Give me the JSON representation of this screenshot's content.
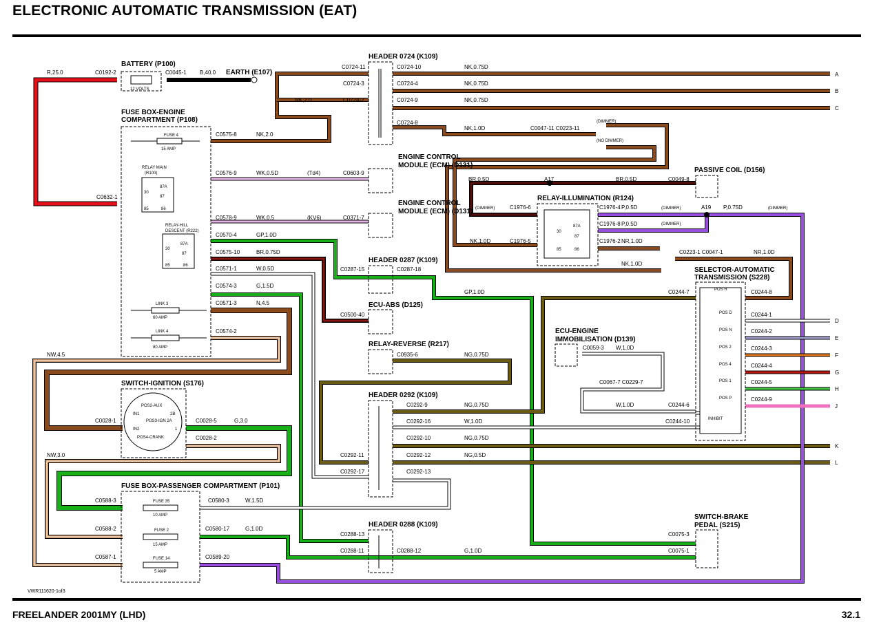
{
  "title": "ELECTRONIC AUTOMATIC TRANSMISSION (EAT)",
  "footer": {
    "model": "FREELANDER 2001MY (LHD)",
    "page": "32.1",
    "code": "VWR111620-1of3"
  },
  "components": {
    "battery": "BATTERY (P100)",
    "battery_volts": "12 VOLTS",
    "earth": "EARTH (E107)",
    "fusebox_engine_1": "FUSE BOX-ENGINE",
    "fusebox_engine_2": "COMPARTMENT (P108)",
    "fuse4": "FUSE 4",
    "fuse4_amp": "15 AMP",
    "relay_main_1": "RELAY MAIN",
    "relay_main_2": "(R100)",
    "relay_hill_1": "RELAY-HILL",
    "relay_hill_2": "DESCENT (R222)",
    "link3": "LINK 3",
    "link3_amp": "60 AMP",
    "link4": "LINK 4",
    "link4_amp": "80 AMP",
    "header_0724": "HEADER 0724 (K109)",
    "ecm_1a": "ENGINE CONTROL",
    "ecm_1b": "MODULE (ECM) (D131)",
    "ecm_2a": "ENGINE CONTROL",
    "ecm_2b": "MODULE (ECM) (D131)",
    "header_0287": "HEADER 0287 (K109)",
    "ecu_abs": "ECU-ABS (D125)",
    "relay_reverse": "RELAY-REVERSE (R217)",
    "header_0292": "HEADER 0292 (K109)",
    "header_0288": "HEADER 0288 (K109)",
    "switch_ignition": "SWITCH-IGNITION (S176)",
    "ign_pos2": "POS2-AUX",
    "ign_in1": "IN1",
    "ign_2b": "2B",
    "ign_pos3": "POS3-IGN 2A",
    "ign_in2": "IN2",
    "ign_1": "1",
    "ign_pos4": "POS4-CRANK",
    "fusebox_pass": "FUSE BOX-PASSENGER COMPARTMENT (P101)",
    "fuse35": "FUSE 35",
    "fuse35_amp": "10 AMP",
    "fuse2": "FUSE 2",
    "fuse2_amp": "15 AMP",
    "fuse14": "FUSE 14",
    "fuse14_amp": "5 AMP",
    "passive_coil": "PASSIVE COIL (D156)",
    "relay_illum": "RELAY-ILLUMINATION (R124)",
    "selector_1": "SELECTOR-AUTOMATIC",
    "selector_2": "TRANSMISSION (S228)",
    "pos_r": "POS R",
    "pos_d": "POS D",
    "pos_n": "POS N",
    "pos_2": "POS 2",
    "pos_4": "POS 4",
    "pos_1": "POS 1",
    "pos_p": "POS P",
    "inhibit": "INHIBIT",
    "ecu_immob_1": "ECU-ENGINE",
    "ecu_immob_2": "IMMOBILISATION (D139)",
    "switch_brake_1": "SWITCH-BRAKE",
    "switch_brake_2": "PEDAL (S215)",
    "dimmer": "(DIMMER)",
    "no_dimmer": "(NO DIMMER)"
  },
  "wires": {
    "r25": "R,25.0",
    "b40": "B,40.0",
    "nk20": "NK,2.0",
    "nk20b": "NK,2.0",
    "nk075a": "NK,0.75D",
    "nk075b": "NK,0.75D",
    "nk075c": "NK,0.75D",
    "nk10a": "NK,1.0D",
    "nk10b": "NK,1.0D",
    "nk10c": "NK,1.0D",
    "wk05d": "WK,0.5D",
    "td4": "(Td4)",
    "wk05": "WK,0.5",
    "kv6": "(KV6)",
    "gp10a": "GP,1.0D",
    "gp10b": "GP,1.0D",
    "br075": "BR,0.75D",
    "br05a": "BR,0.5D",
    "br05b": "BR,0.5D",
    "w05": "W,0.5D",
    "g15": "G,1.5D",
    "n45": "N,4.5",
    "nw45": "NW,4.5",
    "nw30": "NW,3.0",
    "ng075a": "NG,0.75D",
    "ng075b": "NG,0.75D",
    "ng075c": "NG,0.75D",
    "ng05": "NG,0.5D",
    "w10a": "W,1.0D",
    "w10b": "W,1.0D",
    "w10c": "W,1.0D",
    "g30": "G,3.0",
    "w15": "W,1.5D",
    "g10a": "G,1.0D",
    "g10b": "G,1.0D",
    "p05a": "P,0.5D",
    "p05b": "P,0.5D",
    "p075": "P,0.75D",
    "nr10a": "NR,1.0D",
    "nr10b": "NR,1.0D"
  },
  "connectors": {
    "c0192_2": "C0192-2",
    "c0045_1": "C0045-1",
    "c0632_1": "C0632-1",
    "c0575_8": "C0575-8",
    "c0576_9": "C0576-9",
    "c0578_9": "C0578-9",
    "c0570_4": "C0570-4",
    "c0575_10": "C0575-10",
    "c0571_1": "C0571-1",
    "c0574_3": "C0574-3",
    "c0571_3": "C0571-3",
    "c0574_2": "C0574-2",
    "c0724_11": "C0724-11",
    "c0724_10": "C0724-10",
    "c0724_3": "C0724-3",
    "c0724_4": "C0724-4",
    "c0724_2": "C0724-2",
    "c0724_9": "C0724-9",
    "c0724_8": "C0724-8",
    "c0047_11": "C0047-11 C0223-11",
    "c0603_9": "C0603-9",
    "c0371_7": "C0371-7",
    "c0287_15": "C0287-15",
    "c0287_18": "C0287-18",
    "c0500_40": "C0500-40",
    "c0935_6": "C0935-6",
    "c0292_9": "C0292-9",
    "c0292_16": "C0292-16",
    "c0292_10": "C0292-10",
    "c0292_11": "C0292-11",
    "c0292_12": "C0292-12",
    "c0292_17": "C0292-17",
    "c0292_13": "C0292-13",
    "c0288_13": "C0288-13",
    "c0288_11": "C0288-11",
    "c0288_12": "C0288-12",
    "c0028_1": "C0028-1",
    "c0028_5": "C0028-5",
    "c0028_2": "C0028-2",
    "c0588_3": "C0588-3",
    "c0580_3": "C0580-3",
    "c0588_2": "C0588-2",
    "c0580_17": "C0580-17",
    "c0587_1": "C0587-1",
    "c0589_20": "C0589-20",
    "c0049_8": "C0049-8",
    "c1976_6": "C1976-6",
    "c1976_5": "C1976-5",
    "c1976_4": "C1976-4",
    "c1976_8": "C1976-8",
    "c1976_2": "C1976-2",
    "c0223_1": "C0223-1 C0047-1",
    "c0244_7": "C0244-7",
    "c0244_8": "C0244-8",
    "c0244_1": "C0244-1",
    "c0244_2": "C0244-2",
    "c0244_3": "C0244-3",
    "c0244_4": "C0244-4",
    "c0244_5": "C0244-5",
    "c0244_9": "C0244-9",
    "c0244_6": "C0244-6",
    "c0244_10": "C0244-10",
    "c0059_3": "C0059-3",
    "c0067_7": "C0067-7 C0229-7",
    "c0075_3": "C0075-3",
    "c0075_1": "C0075-1",
    "a17": "A17",
    "a19": "A19"
  },
  "terminals": {
    "a": "A",
    "b": "B",
    "c": "C",
    "d": "D",
    "e": "E",
    "f": "F",
    "g": "G",
    "h": "H",
    "j": "J",
    "k": "K",
    "l": "L"
  },
  "relay_pins": {
    "p30": "30",
    "p87a": "87A",
    "p87": "87",
    "p85": "85",
    "p86": "86"
  },
  "colors": {
    "red": "#e8101a",
    "black": "#000000",
    "brown": "#8a4a1c",
    "pink_white": "#e8b6e8",
    "green": "#18b018",
    "purple": "#9a4ee0",
    "olive": "#6b5a12",
    "orange": "#e07820",
    "dark_red": "#c01810",
    "light_green": "#40c040",
    "pink": "#f070c0",
    "grey": "#808080"
  }
}
